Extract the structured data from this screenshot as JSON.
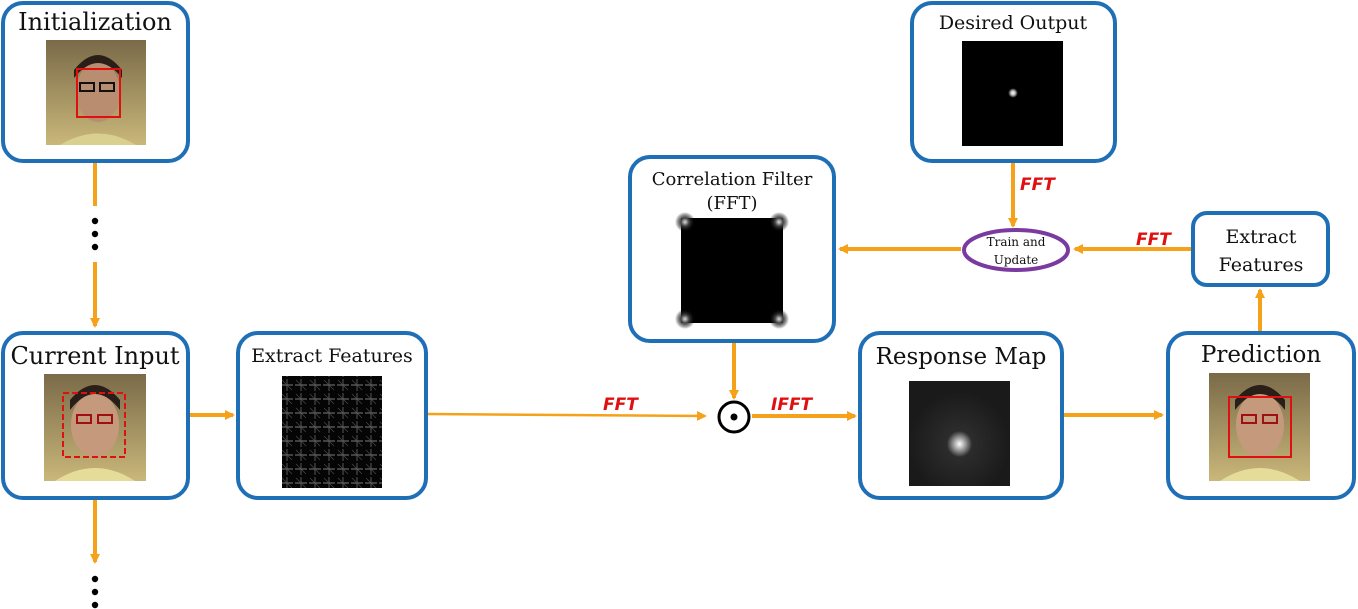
{
  "colors": {
    "box_border": "#1f6fb6",
    "arrow": "#f5a21a",
    "fft_label": "#e01010",
    "ellipse": "#7b3aa0",
    "face_box": "#e01010"
  },
  "boxes": {
    "initialization": {
      "title": "Initialization",
      "content": "face-photo-with-tracking-box"
    },
    "desired_output": {
      "title": "Desired Output",
      "content": "gaussian-peak-image"
    },
    "correlation_filter": {
      "title_line1": "Correlation Filter",
      "title_line2": "(FFT)",
      "content": "filter-spectrum-image"
    },
    "extract_features_right": {
      "title_line1": "Extract",
      "title_line2": "Features"
    },
    "current_input": {
      "title": "Current Input",
      "content": "face-photo-with-dashed-box"
    },
    "extract_features_left": {
      "title": "Extract Features",
      "content": "hog-features-image"
    },
    "response_map": {
      "title": "Response Map",
      "content": "response-map-image"
    },
    "prediction": {
      "title": "Prediction",
      "content": "face-photo-with-tracking-box"
    }
  },
  "train_update": {
    "line1": "Train and",
    "line2": "Update"
  },
  "labels": {
    "fft_desired": "FFT",
    "fft_features": "FFT",
    "fft_input": "FFT",
    "ifft": "IFFT"
  },
  "operator": {
    "symbol": "element-wise-product"
  }
}
